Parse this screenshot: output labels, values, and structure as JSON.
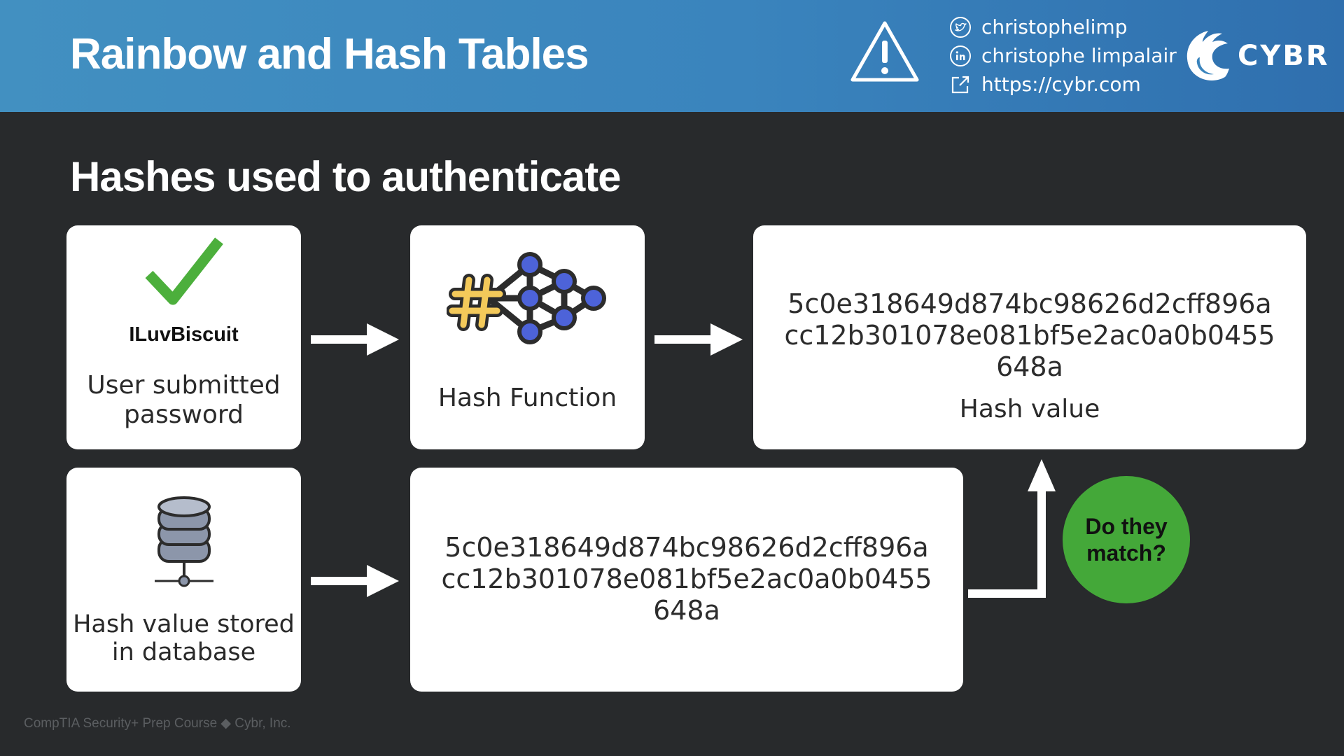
{
  "header": {
    "title": "Rainbow and Hash Tables",
    "social": {
      "twitter": "christophelimp",
      "linkedin": "christophe limpalair",
      "website": "https://cybr.com"
    },
    "logo_text": "CYBR"
  },
  "section_title": "Hashes used to authenticate",
  "cards": {
    "password": {
      "value": "ILuvBiscuit",
      "label_line1": "User submitted",
      "label_line2": "password"
    },
    "hash_function": {
      "label": "Hash Function"
    },
    "hash_value": {
      "line1": "5c0e318649d874bc98626d2cff896a",
      "line2": "cc12b301078e081bf5e2ac0a0b0455",
      "line3": "648a",
      "label": "Hash value"
    },
    "database": {
      "label_line1": "Hash value stored",
      "label_line2": "in database"
    },
    "stored_hash": {
      "line1": "5c0e318649d874bc98626d2cff896a",
      "line2": "cc12b301078e081bf5e2ac0a0b0455",
      "line3": "648a"
    }
  },
  "match": {
    "line1": "Do they",
    "line2": "match?"
  },
  "footer": "CompTIA Security+ Prep Course ◆ Cybr, Inc.",
  "colors": {
    "header_blue": "#3a84bd",
    "background": "#282a2c",
    "check_green": "#4caf3c",
    "match_green": "#44a839",
    "node_blue": "#4d63d9",
    "hash_yellow": "#f3c95a",
    "db_gray": "#8c96aa"
  }
}
